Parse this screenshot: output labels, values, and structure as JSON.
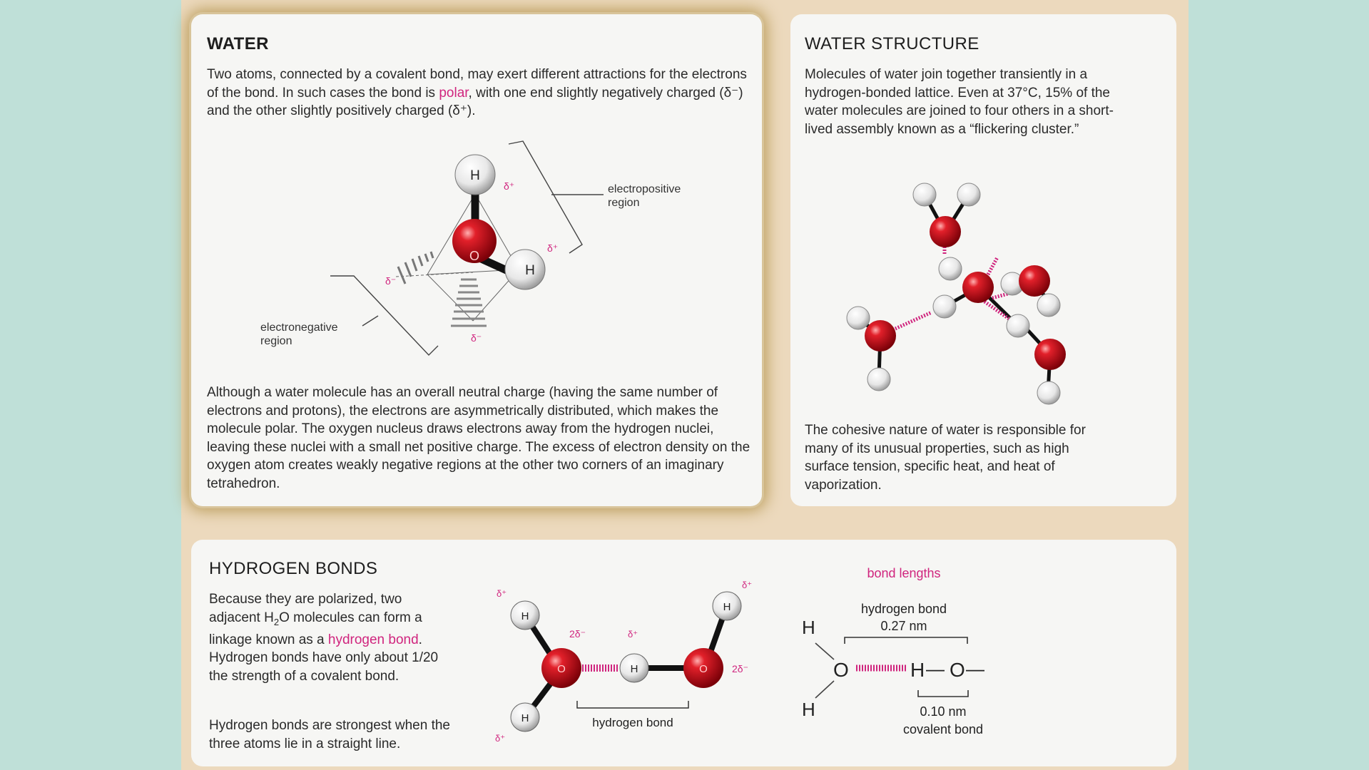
{
  "water": {
    "title": "WATER",
    "intro": {
      "before": "Two atoms, connected by a covalent bond, may exert different attractions for the electrons of the bond. In such cases the bond is ",
      "link": "polar",
      "after": ", with one end slightly negatively charged (δ⁻) and the other slightly positively charged (δ⁺)."
    },
    "diagram": {
      "electropositive_label_1": "electropositive",
      "electropositive_label_2": "region",
      "electronegative_label_1": "electronegative",
      "electronegative_label_2": "region",
      "atom_h": "H",
      "atom_o": "O",
      "delta_plus": "δ⁺",
      "delta_minus": "δ⁻"
    },
    "body": "Although a water molecule has an overall neutral charge (having the same number of electrons and protons), the electrons are asymmetrically distributed, which makes the molecule polar. The oxygen nucleus draws electrons away from the hydrogen nuclei, leaving these nuclei with a small net positive charge. The excess of electron density on the oxygen atom creates weakly negative regions at the other two corners of an imaginary tetrahedron."
  },
  "structure": {
    "title": "WATER STRUCTURE",
    "intro": "Molecules of water join together transiently in a hydrogen-bonded lattice. Even at 37°C, 15% of the water molecules are joined to four others in a short-lived assembly known as a “flickering cluster.”",
    "body": "The cohesive nature of water is responsible for many of its unusual properties, such as high surface tension, specific heat, and heat of vaporization."
  },
  "hbonds": {
    "title": "HYDROGEN BONDS",
    "para1": {
      "before": "Because they are polarized, two adjacent H",
      "sub": "2",
      "middle": "O molecules can form a linkage known as a ",
      "link": "hydrogen bond",
      "after": ". Hydrogen bonds have only about 1/20 the strength of a covalent bond."
    },
    "para2": "Hydrogen bonds are strongest when the three atoms lie in a straight line.",
    "diagram": {
      "hydrogen_bond_label": "hydrogen bond",
      "delta_plus": "δ⁺",
      "two_delta_minus": "2δ⁻",
      "atom_h": "H",
      "atom_o": "O"
    },
    "bond_lengths": {
      "heading": "bond lengths",
      "hbond_label": "hydrogen bond",
      "hbond_value": "0.27 nm",
      "covalent_value": "0.10 nm",
      "covalent_label": "covalent bond",
      "dash": "—"
    }
  },
  "colors": {
    "oxygen": "#d0101c",
    "pink_accent": "#d0257e",
    "panel": "#f6f6f4",
    "backdrop": "#bfe0d8",
    "sheet": "#ecd9bd"
  }
}
